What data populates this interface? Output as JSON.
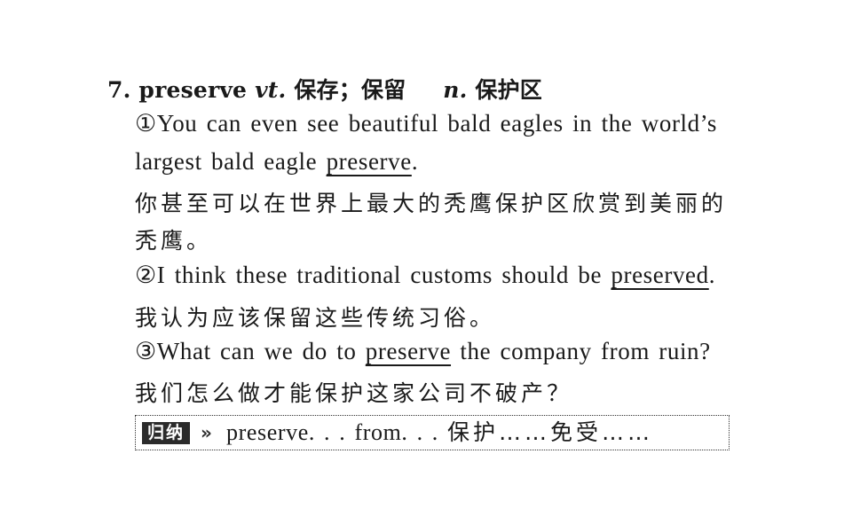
{
  "entry": {
    "number": "7.",
    "word": "preserve",
    "pos1": "vt.",
    "meaning1": "保存；保留",
    "pos2": "n.",
    "meaning2": "保护区"
  },
  "examples": [
    {
      "en_line1": "①You can even see beautiful bald eagles in the world’s",
      "en_line2_pre": "largest bald eagle ",
      "en_line2_key": "preserve",
      "en_line2_post": ".",
      "zh_line1": "你甚至可以在世界上最大的秃鹰保护区欣赏到美丽的",
      "zh_line2": "秃鹰。"
    },
    {
      "en_pre": "②I think these traditional customs should be ",
      "en_key": "preserved",
      "en_post": ".",
      "zh": "我认为应该保留这些传统习俗。"
    },
    {
      "en_pre": "③What can we do to ",
      "en_key": "preserve",
      "en_post": " the company from ruin?",
      "zh": "我们怎么做才能保护这家公司不破产？"
    }
  ],
  "summary": {
    "tag": "归纳",
    "arrow": "»",
    "phrase_en": "preserve. . . from. . . ",
    "phrase_zh": "保护……免受……"
  }
}
